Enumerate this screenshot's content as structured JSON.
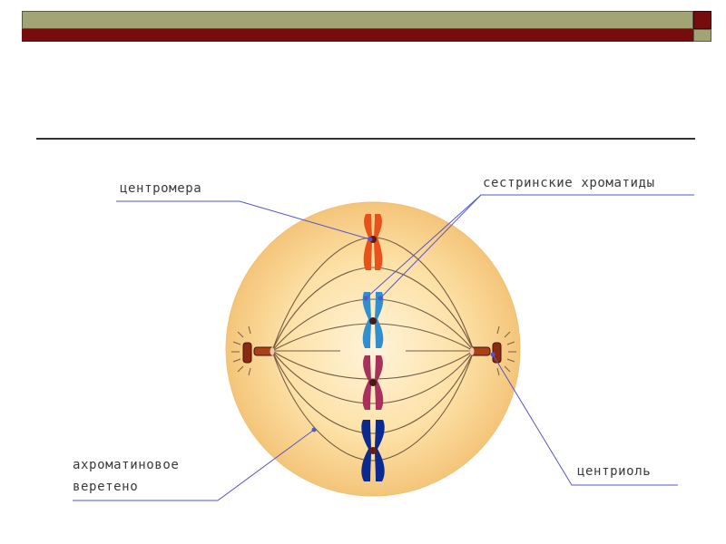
{
  "labels": {
    "centromere": "центромера",
    "sister_chromatids": "сестринские хроматиды",
    "spindle_line1": "ахроматиновое",
    "spindle_line2": "веретено",
    "centriole": "центриоль"
  },
  "colors": {
    "frame_olive": "#a3a476",
    "frame_red": "#760c0c",
    "cell_fill": "#f7d58e",
    "cell_center": "#fff3d6",
    "spindle_fiber": "#4a3a2a",
    "pointer_line": "#5555cc",
    "centriole": "#8b2a10",
    "chromosome_red": "#e8521a",
    "chromosome_cyan": "#2f8fcf",
    "chromosome_magenta": "#a8305a",
    "chromosome_navy": "#0b2a8f"
  }
}
